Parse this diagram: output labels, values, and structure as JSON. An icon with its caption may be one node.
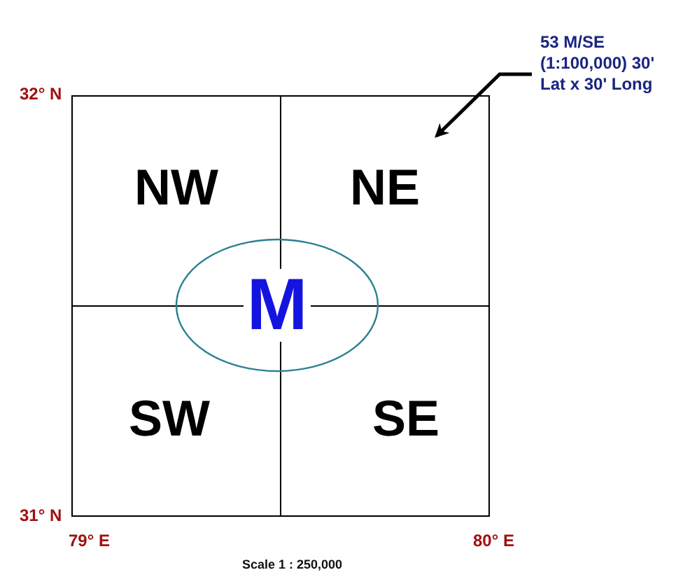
{
  "diagram": {
    "nodes": [
      {
        "text": [
          "53 M/SE (1:100,000) 30' Lat x 30' Long"
        ]
      },
      {
        "text": [
          "NW"
        ]
      },
      {
        "text": [
          "NE"
        ]
      },
      {
        "text": [
          "M"
        ]
      },
      {
        "text": [
          "SW"
        ]
      },
      {
        "text": [
          "SE"
        ]
      }
    ],
    "edges": [
      {
        "from": 0,
        "to": 2,
        "arrow": "to"
      }
    ],
    "labels": [
      "32° N",
      "31° N",
      "79° E",
      "80° E",
      "Scale 1 : 250,000"
    ]
  }
}
